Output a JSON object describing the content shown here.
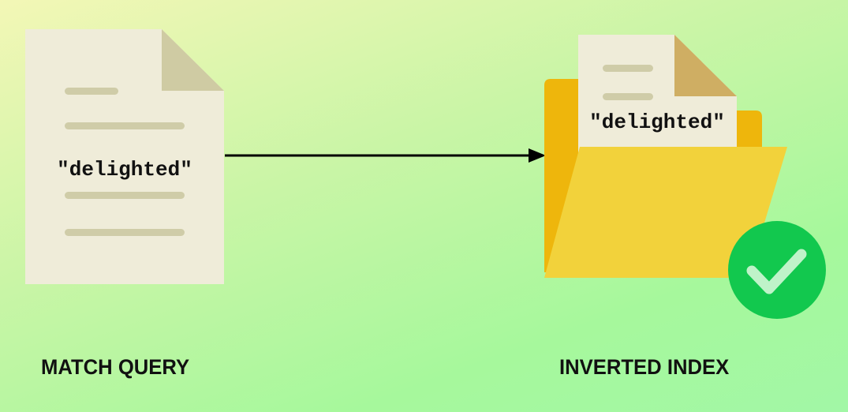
{
  "left_document": {
    "term": "\"delighted\""
  },
  "right_document": {
    "term": "\"delighted\""
  },
  "labels": {
    "left": "MATCH QUERY",
    "right": "INVERTED INDEX"
  },
  "colors": {
    "paper": "#efecd9",
    "paper_fold": "#cfcba3",
    "paper_lines": "#cfcca8",
    "folder_back": "#eeb60c",
    "folder_front": "#f2d23b",
    "check_circle": "#12c84e",
    "arrow": "#000000"
  },
  "icons": [
    "document-icon",
    "folder-icon",
    "check-icon",
    "arrow-icon"
  ]
}
